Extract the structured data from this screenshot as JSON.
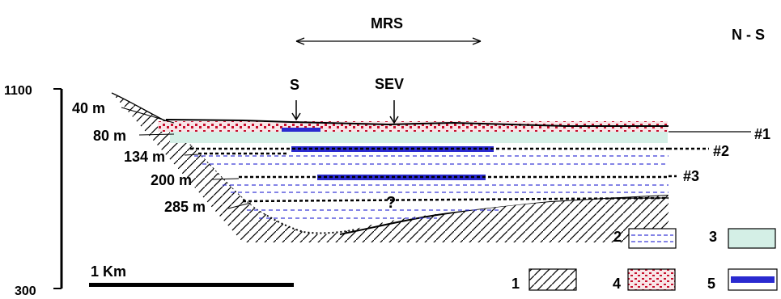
{
  "title": "MRS",
  "orientation": "N - S",
  "axis": {
    "top_label": "1100",
    "bottom_label": "300"
  },
  "markers": {
    "s": "S",
    "sev": "SEV"
  },
  "depths": [
    "40 m",
    "80 m",
    "134 m",
    "200 m",
    "285 m"
  ],
  "aquifers": [
    "#1",
    "#2",
    "#3"
  ],
  "unknown_mark": "?",
  "scale_bar": "1 Km",
  "legend": [
    {
      "key": "1",
      "pattern": "hatch"
    },
    {
      "key": "2",
      "pattern": "dashed-blue"
    },
    {
      "key": "3",
      "pattern": "pale-green",
      "color": "#d4efe6"
    },
    {
      "key": "4",
      "pattern": "red-dots",
      "color": "#c8102e"
    },
    {
      "key": "5",
      "pattern": "blue-band",
      "color": "#2a2ad0"
    }
  ]
}
